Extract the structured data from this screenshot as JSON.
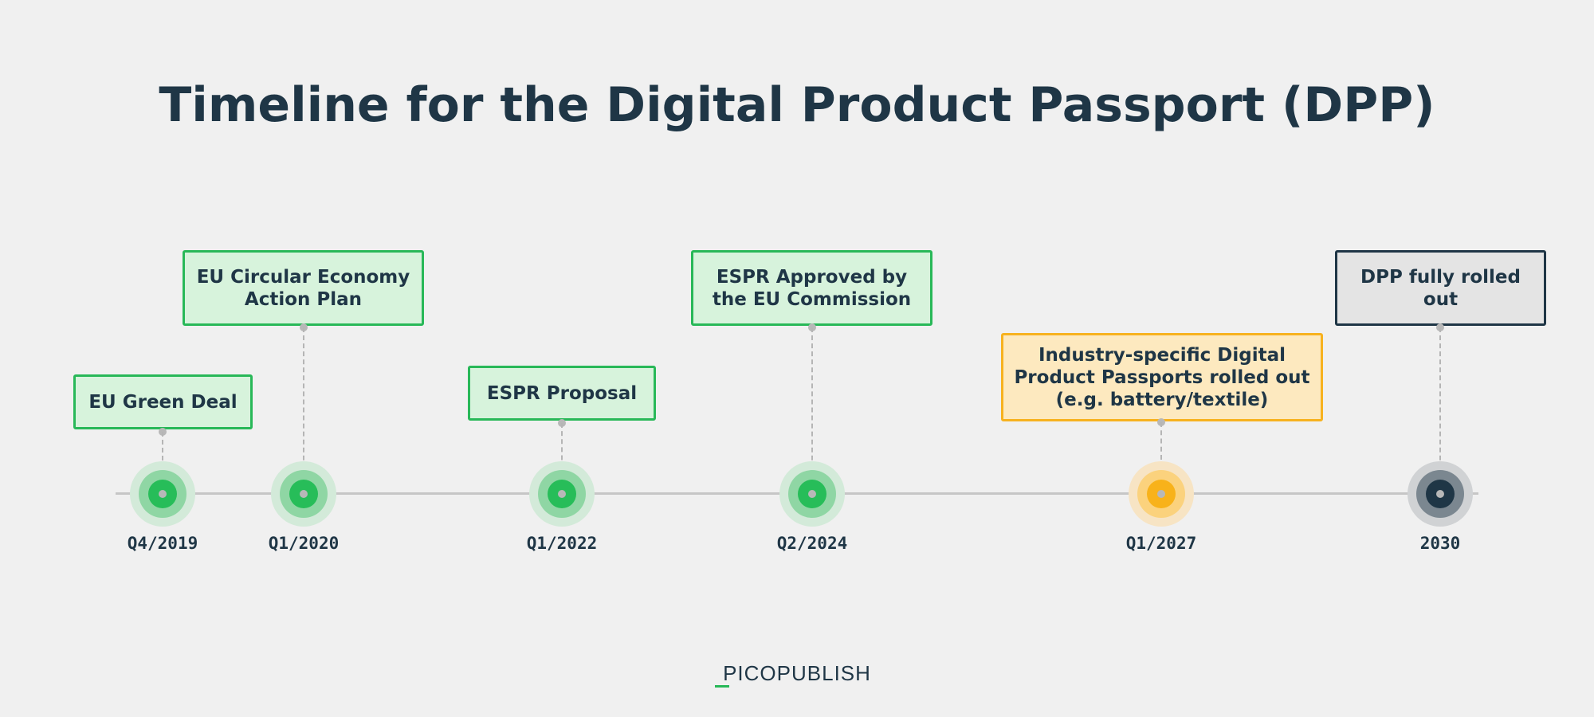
{
  "title": "Timeline for the Digital Product Passport (DPP)",
  "brand": "PICOPUBLISH",
  "colors": {
    "background": "#f0f0f0",
    "text": "#1f3646",
    "green": "#27bd59",
    "orange": "#f8b21a",
    "dark": "#1f3646"
  },
  "events": [
    {
      "date": "Q4/2019",
      "label": "EU Green Deal",
      "status": "completed"
    },
    {
      "date": "Q1/2020",
      "label": "EU Circular Economy Action Plan",
      "status": "completed"
    },
    {
      "date": "Q1/2022",
      "label": "ESPR Proposal",
      "status": "completed"
    },
    {
      "date": "Q2/2024",
      "label": "ESPR Approved by the EU Commission",
      "status": "completed"
    },
    {
      "date": "Q1/2027",
      "label": "Industry-specific Digital Product Passports rolled out (e.g. battery/textile)",
      "status": "upcoming"
    },
    {
      "date": "2030",
      "label": "DPP fully rolled out",
      "status": "final"
    }
  ]
}
